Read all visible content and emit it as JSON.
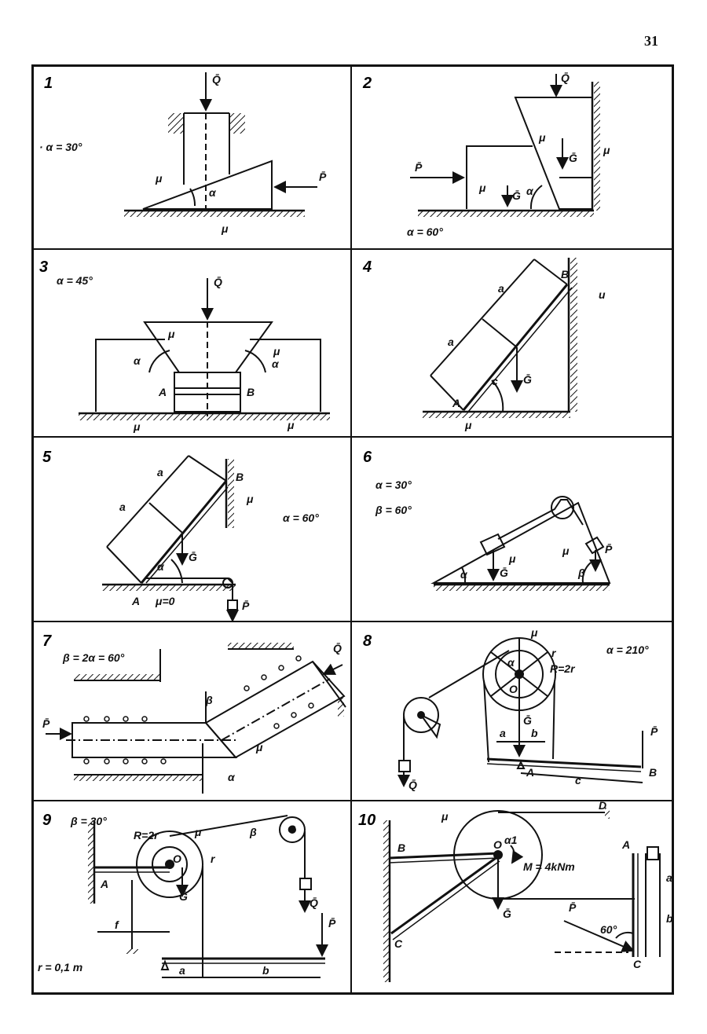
{
  "page_number": "31",
  "panels": [
    {
      "number": "1",
      "labels": {
        "Q": "Q̄",
        "P": "P̄",
        "mu_top": "μ",
        "mu_bottom": "μ",
        "alpha": "α",
        "param": "· α = 30°"
      }
    },
    {
      "number": "2",
      "labels": {
        "Q": "Q̄",
        "P": "P̄",
        "G1": "Ḡ",
        "G2": "Ḡ",
        "mu_a": "μ",
        "mu_b": "μ",
        "mu_c": "μ",
        "alpha": "α",
        "param": "α = 60°"
      }
    },
    {
      "number": "3",
      "labels": {
        "Q": "Q̄",
        "mu_top": "μ",
        "mu_right": "μ",
        "mu_bl": "μ",
        "mu_br": "μ",
        "alpha_l": "α",
        "alpha_r": "α",
        "A": "A",
        "B": "B",
        "param": "α = 45°"
      }
    },
    {
      "number": "4",
      "labels": {
        "a1": "a",
        "a2": "a",
        "B": "B",
        "A": "A",
        "u": "u",
        "G": "Ḡ",
        "c": "c",
        "mu": "μ"
      }
    },
    {
      "number": "5",
      "labels": {
        "a1": "a",
        "a2": "a",
        "B": "B",
        "A": "A",
        "mu": "μ",
        "G": "Ḡ",
        "alpha": "α",
        "mu0": "μ=0",
        "P": "P̄",
        "param": "α = 60°"
      }
    },
    {
      "number": "6",
      "labels": {
        "param1": "α = 30°",
        "param2": "β = 60°",
        "G": "Ḡ",
        "mu1": "μ",
        "mu2": "μ",
        "P": "P̄",
        "alpha": "α",
        "beta": "β"
      }
    },
    {
      "number": "7",
      "labels": {
        "param": "β = 2α = 60°",
        "P": "P̄",
        "Q": "Q̄",
        "beta": "β",
        "mu": "μ",
        "alpha": "α"
      }
    },
    {
      "number": "8",
      "labels": {
        "param": "α = 210°",
        "mu": "μ",
        "r": "r",
        "R": "R=2r",
        "alpha": "α",
        "O": "O",
        "G": "Ḡ",
        "a": "a",
        "b": "b",
        "A": "A",
        "c": "c",
        "B": "B",
        "P": "P̄",
        "Q": "Q̄"
      }
    },
    {
      "number": "9",
      "labels": {
        "param": "β = 30°",
        "mu": "μ",
        "R": "R=2r",
        "O": "O",
        "r": "r",
        "beta": "β",
        "A": "A",
        "f": "f",
        "G": "Ḡ",
        "Q": "Q̄",
        "P": "P̄",
        "a": "a",
        "b": "b",
        "r_val": "r = 0,1 m",
        "G_pulley": "G"
      }
    },
    {
      "number": "10",
      "labels": {
        "mu": "μ",
        "O": "O",
        "d": "α1",
        "M": "M = 4kNm",
        "D": "D",
        "B": "B",
        "C": "C",
        "A": "A",
        "G": "Ḡ",
        "P": "P̄",
        "angle": "60°",
        "a": "a",
        "b": "b",
        "C2": "C"
      }
    }
  ]
}
